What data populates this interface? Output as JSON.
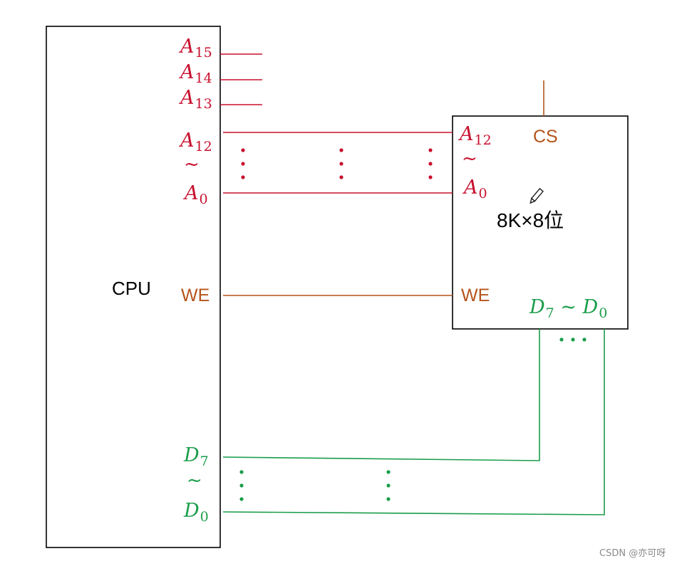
{
  "cpu": {
    "label": "CPU",
    "addr_lines": [
      {
        "base": "A",
        "sub": "15"
      },
      {
        "base": "A",
        "sub": "14"
      },
      {
        "base": "A",
        "sub": "13"
      },
      {
        "base": "A",
        "sub": "12"
      },
      {
        "base": "A",
        "sub": "0"
      }
    ],
    "tilde": "~",
    "we": "WE",
    "data_lines": [
      {
        "base": "D",
        "sub": "7"
      },
      {
        "base": "D",
        "sub": "0"
      }
    ]
  },
  "chip": {
    "capacity": "8K×8位",
    "addr_top": {
      "base": "A",
      "sub": "12"
    },
    "addr_bottom": {
      "base": "A",
      "sub": "0"
    },
    "tilde": "~",
    "cs": "CS",
    "we": "WE",
    "data_range": {
      "d7": "D",
      "d7_sub": "7",
      "sep": " ~ ",
      "d0": "D",
      "d0_sub": "0"
    }
  },
  "watermark": "CSDN @亦可呀",
  "colors": {
    "address": "#c8102e",
    "control": "#b5541a",
    "data": "#1a9d4a",
    "box": "#000000"
  }
}
